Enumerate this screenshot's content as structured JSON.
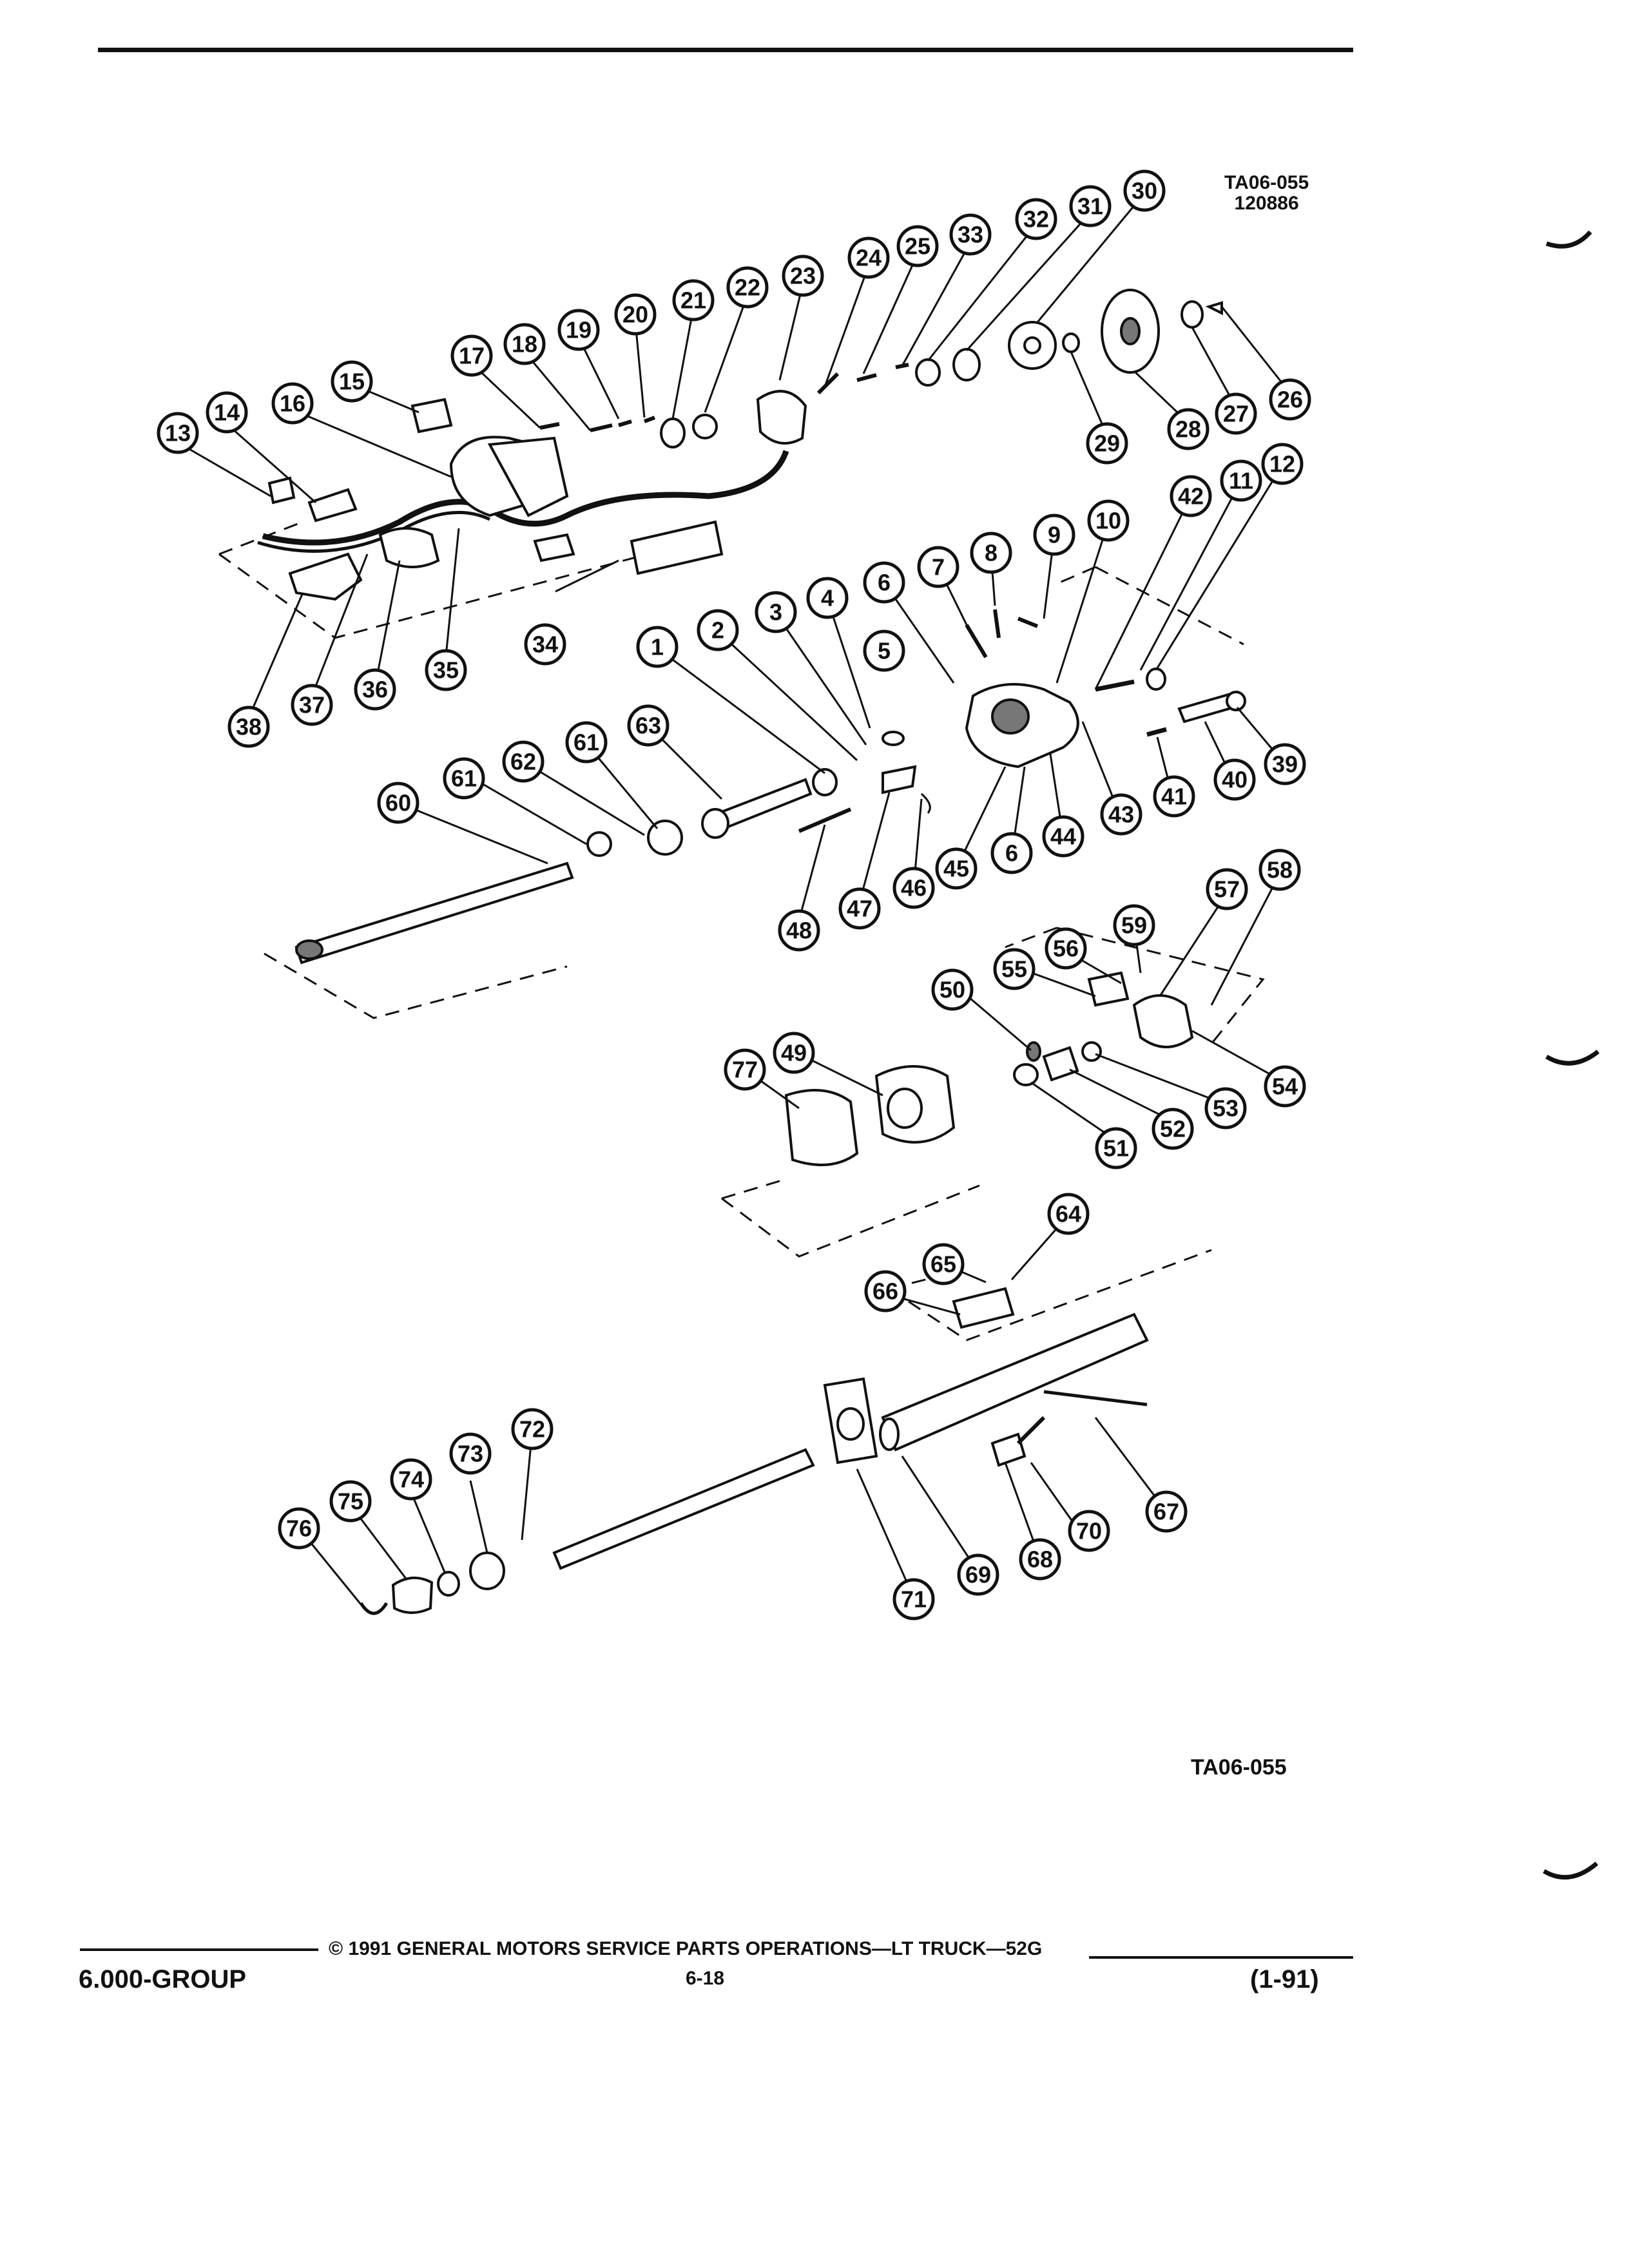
{
  "figure_code": "TA06-055",
  "figure_date": "120886",
  "figure_code_bottom": "TA06-055",
  "footer": {
    "copyright": "© 1991 GENERAL MOTORS SERVICE PARTS OPERATIONS—LT TRUCK—52G",
    "page": "6-18",
    "group": "6.000-GROUP",
    "revision": "(1-91)"
  },
  "callouts": [
    "1",
    "2",
    "3",
    "4",
    "5",
    "6",
    "7",
    "8",
    "9",
    "10",
    "11",
    "12",
    "13",
    "14",
    "15",
    "16",
    "17",
    "18",
    "19",
    "20",
    "21",
    "22",
    "23",
    "24",
    "25",
    "26",
    "27",
    "28",
    "29",
    "30",
    "31",
    "32",
    "33",
    "34",
    "35",
    "36",
    "37",
    "38",
    "39",
    "40",
    "41",
    "42",
    "43",
    "44",
    "45",
    "46",
    "47",
    "48",
    "49",
    "50",
    "51",
    "52",
    "53",
    "54",
    "55",
    "56",
    "57",
    "58",
    "59",
    "60",
    "61",
    "62",
    "63",
    "64",
    "65",
    "66",
    "67",
    "68",
    "69",
    "70",
    "71",
    "72",
    "73",
    "74",
    "75",
    "76",
    "77"
  ]
}
